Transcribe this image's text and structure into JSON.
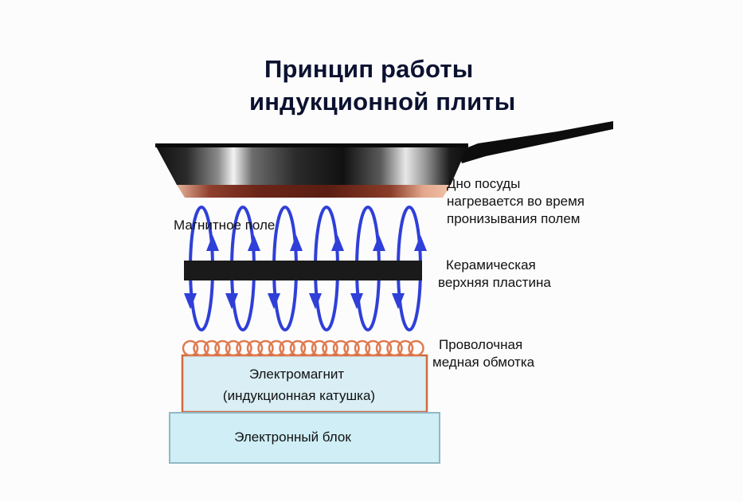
{
  "title": {
    "line1": "Принцип работы",
    "line2": "индукционной плиты"
  },
  "labels": {
    "pan": [
      "Дно посуды",
      "нагревается во время",
      "пронизывания полем"
    ],
    "magnetic_field": "Магнитное поле",
    "ceramic": [
      "Керамическая",
      "верхняя пластина"
    ],
    "coil_wire": [
      "Проволочная",
      "медная обмотка"
    ]
  },
  "boxes": {
    "electromagnet": [
      "Электромагнит",
      "(индукционная катушка)"
    ],
    "electronics": "Электронный блок"
  },
  "colors": {
    "title": "#0b1230",
    "field_lines": "#2f3fd8",
    "copper": "#e07a4f",
    "electromagnet_fill": "#d9eef5",
    "electromagnet_border": "#cf6a3e",
    "electronics_fill": "#cfeef6",
    "electronics_border": "#8fb9c6",
    "ceramic_plate": "#1a1a1a"
  }
}
